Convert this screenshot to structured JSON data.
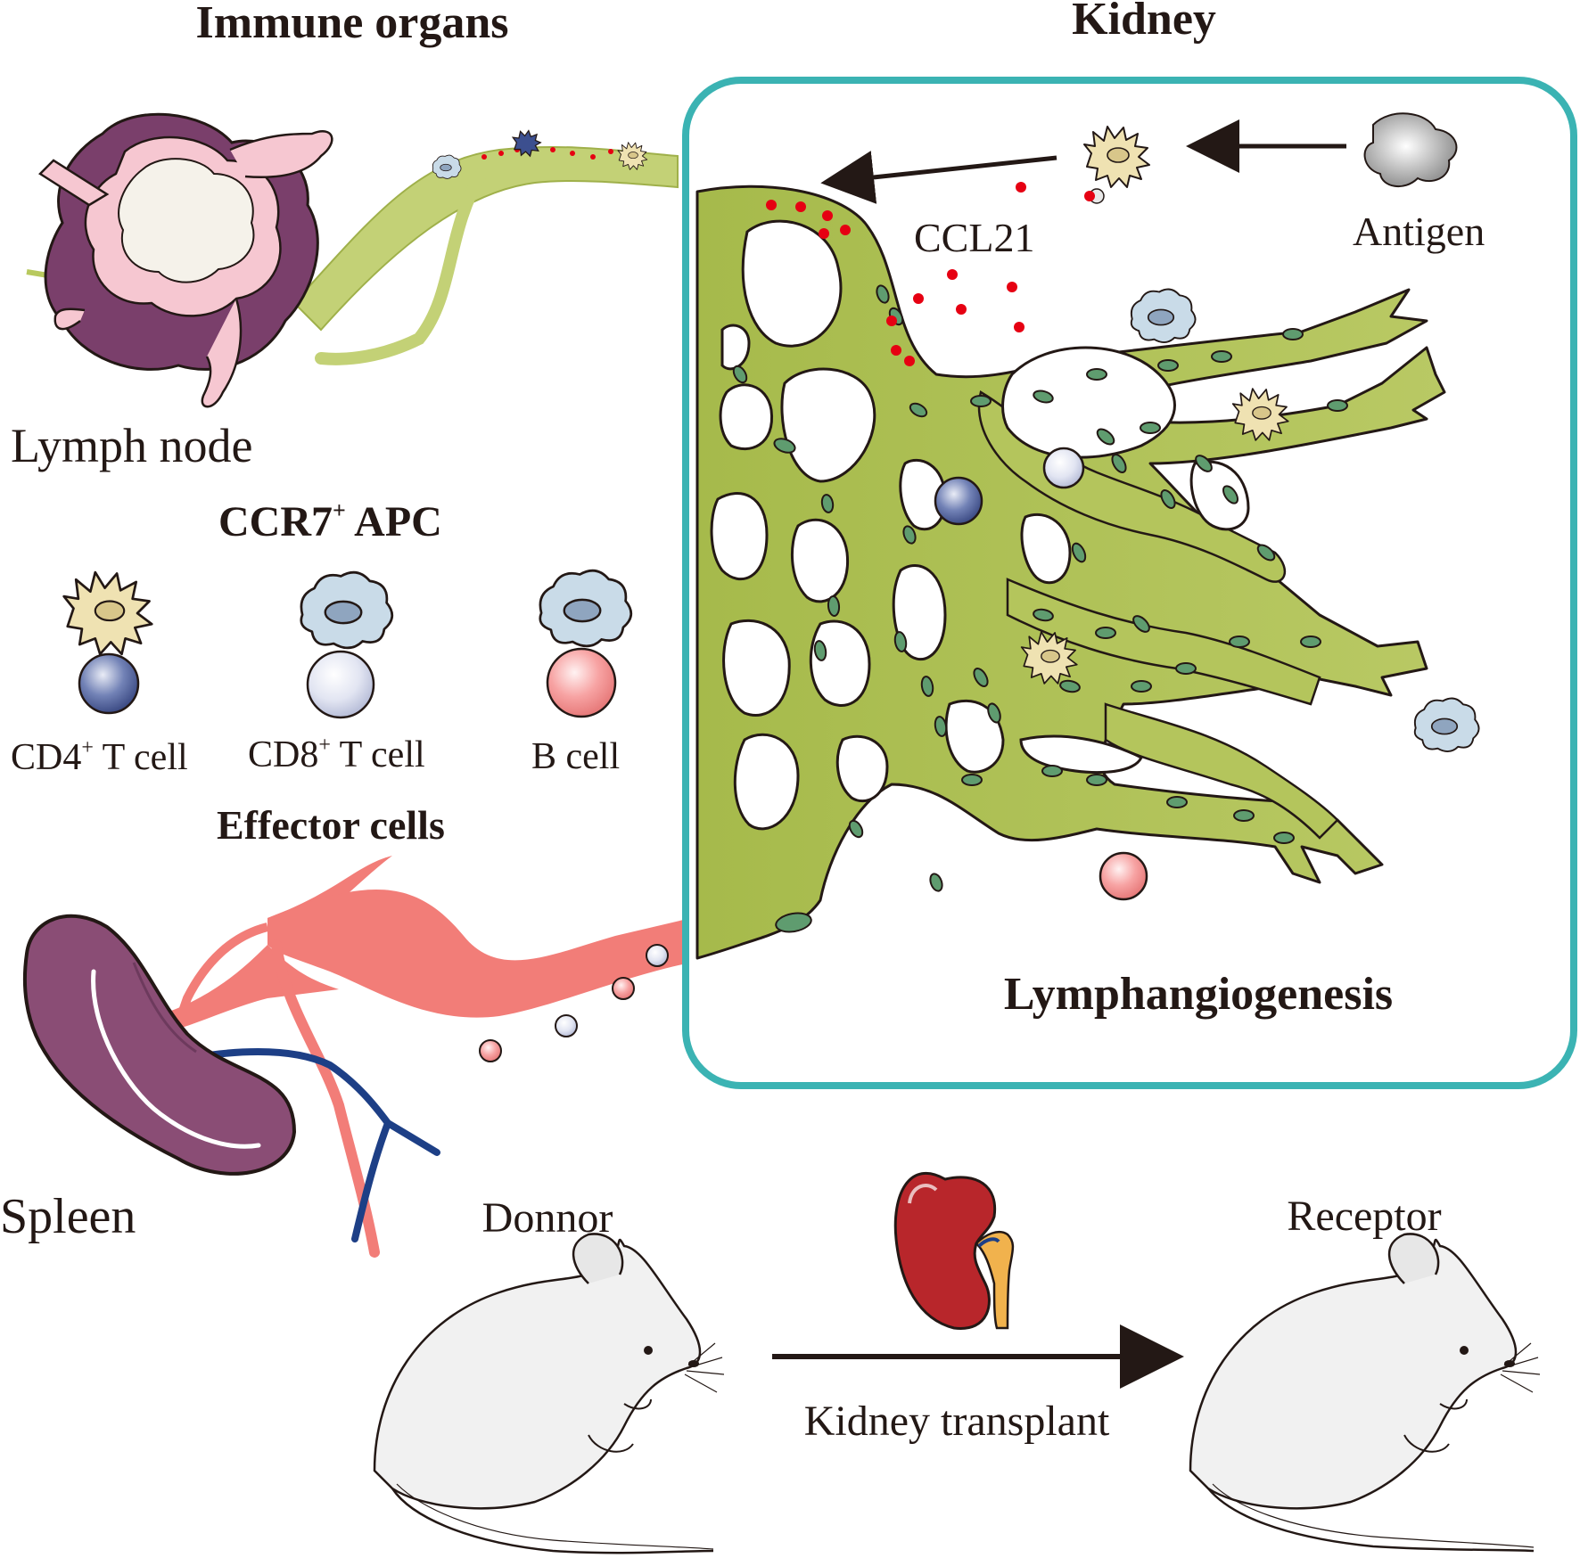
{
  "titles": {
    "immune_organs": "Immune organs",
    "kidney": "Kidney",
    "lymphangiogenesis": "Lymphangiogenesis",
    "effector_cells": "Effector cells",
    "apc_main": "CCR7",
    "apc_sup": "+",
    "apc_tail": " APC"
  },
  "labels": {
    "lymph_node": "Lymph node",
    "spleen": "Spleen",
    "ccl21": "CCL21",
    "antigen": "Antigen",
    "donor": "Donnor",
    "receptor": "Receptor",
    "kidney_transplant": "Kidney transplant"
  },
  "cells": [
    {
      "main": "CD4",
      "sup": "+",
      "tail": " T cell"
    },
    {
      "main": "CD8",
      "sup": "+",
      "tail": " T cell"
    },
    {
      "main": "B cell",
      "sup": "",
      "tail": ""
    }
  ],
  "colors": {
    "box_border": "#3bb3b3",
    "lymph_green": "#a9bd4f",
    "lymph_green_light": "#c3d176",
    "nucleus": "#5f9c6f",
    "ccl21_dot": "#e60012",
    "vessel_red": "#f27d78",
    "vein_blue": "#1d3f86",
    "spleen": "#8a4d75",
    "kidney_red": "#b8262b",
    "cd4_cell": "#5a6ba3",
    "cd8_cell": "#d7dbee",
    "b_cell": "#f7a5a5",
    "dendritic": "#efe2b2",
    "macrophage": "#c9dbe8"
  }
}
